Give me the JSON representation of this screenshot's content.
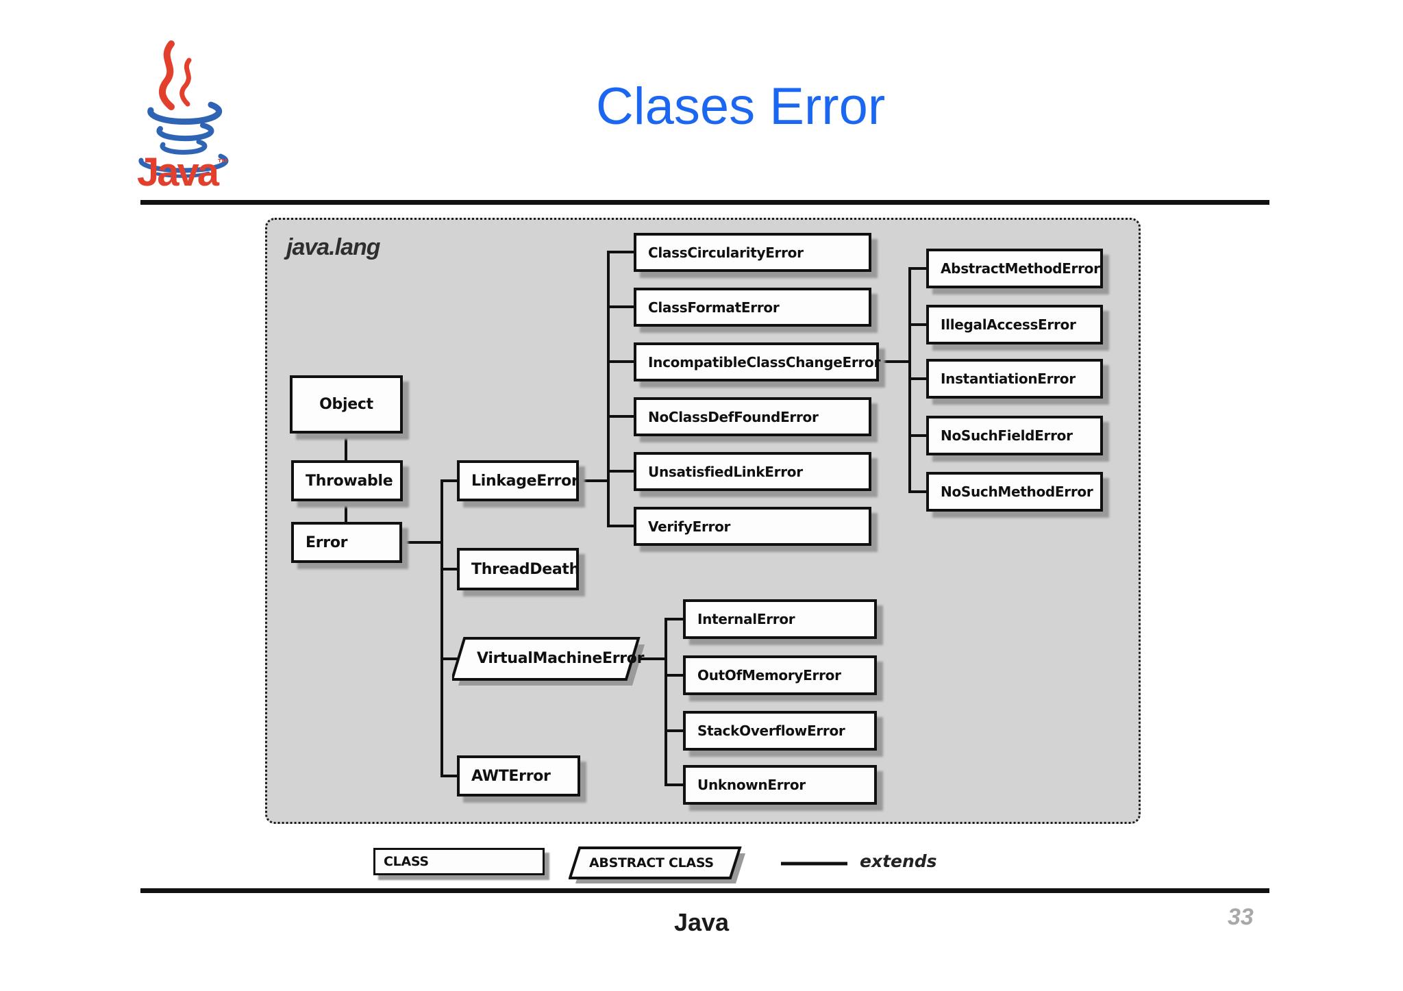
{
  "header": {
    "title": "Clases Error",
    "title_color": "#1c67f2",
    "logo_text": "Java",
    "logo_tm": "™"
  },
  "diagram": {
    "package_label": "java.lang",
    "background_color": "#d3d3d3",
    "nodes": {
      "object": "Object",
      "throwable": "Throwable",
      "error": "Error",
      "linkage_error": "LinkageError",
      "thread_death": "ThreadDeath",
      "virtual_machine_error": "VirtualMachineError",
      "awt_error": "AWTError",
      "class_circularity_error": "ClassCircularityError",
      "class_format_error": "ClassFormatError",
      "incompatible_class_change_error": "IncompatibleClassChangeError",
      "no_class_def_found_error": "NoClassDefFoundError",
      "unsatisfied_link_error": "UnsatisfiedLinkError",
      "verify_error": "VerifyError",
      "abstract_method_error": "AbstractMethodError",
      "illegal_access_error": "IllegalAccessError",
      "instantiation_error": "InstantiationError",
      "no_such_field_error": "NoSuchFieldError",
      "no_such_method_error": "NoSuchMethodError",
      "internal_error": "InternalError",
      "out_of_memory_error": "OutOfMemoryError",
      "stack_overflow_error": "StackOverflowError",
      "unknown_error": "UnknownError"
    },
    "edges_note": "extends relationships: Object<-Throwable<-Error; Error<-LinkageError,ThreadDeath,VirtualMachineError,AWTError; LinkageError<-ClassCircularityError,ClassFormatError,IncompatibleClassChangeError,NoClassDefFoundError,UnsatisfiedLinkError,VerifyError; IncompatibleClassChangeError<-AbstractMethodError,IllegalAccessError,InstantiationError,NoSuchFieldError,NoSuchMethodError; VirtualMachineError<-InternalError,OutOfMemoryError,StackOverflowError,UnknownError"
  },
  "legend": {
    "class_label": "CLASS",
    "abstract_class_label": "ABSTRACT CLASS",
    "extends_label": "extends"
  },
  "footer": {
    "label": "Java",
    "page_number": "33"
  }
}
